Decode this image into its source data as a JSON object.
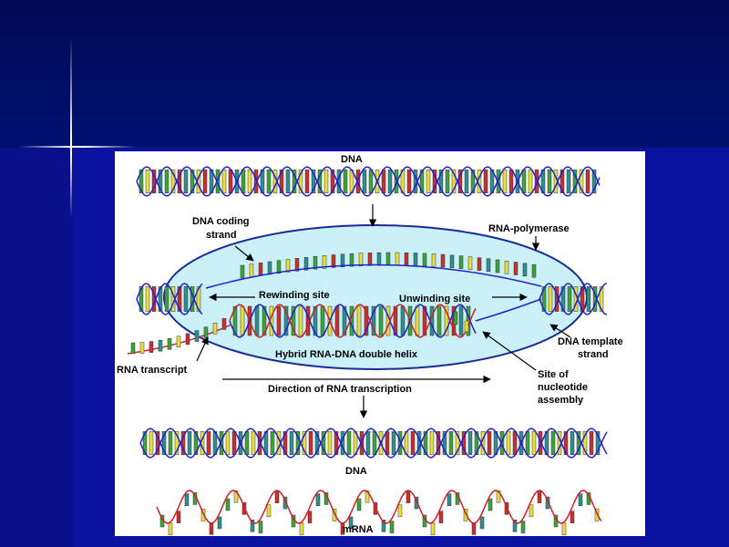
{
  "labels": {
    "dna_top": "DNA",
    "coding_strand_1": "DNA coding",
    "coding_strand_2": "strand",
    "rna_polymerase": "RNA-polymerase",
    "rewinding_site": "Rewinding site",
    "unwinding_site": "Unwinding site",
    "template_strand_1": "DNA template",
    "template_strand_2": "strand",
    "hybrid_helix": "Hybrid RNA-DNA double helix",
    "rna_transcript": "RNA transcript",
    "nucleotide_site_1": "Site of",
    "nucleotide_site_2": "nucleotide",
    "nucleotide_site_3": "assembly",
    "direction": "Direction of RNA transcription",
    "dna_bottom": "DNA",
    "mrna": "mRNA"
  },
  "colors": {
    "background": "#0a0a7a",
    "polymerase_fill": "#c9f1f7",
    "dna_strand_blue": "#2222cc",
    "dna_strand_red": "#cc2222",
    "base_green": "#3aa53a",
    "base_yellow": "#e8e040",
    "base_red": "#c83030",
    "base_teal": "#2f8f8f"
  }
}
